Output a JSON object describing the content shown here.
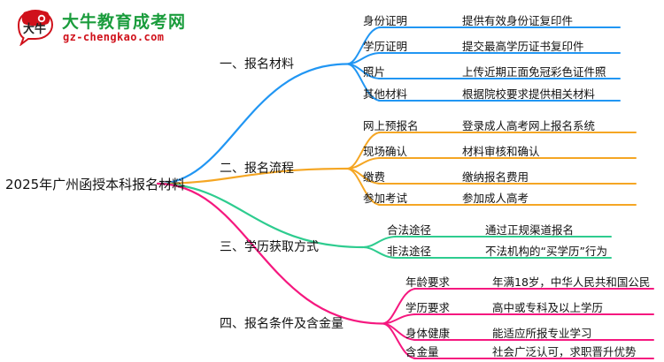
{
  "logo": {
    "mark_icon": "speech-bubble-logo-icon",
    "mark_text": "大牛",
    "title": "大牛教育成考网",
    "subtitle": "gz-chengkao.com",
    "title_color": "#1a9c3c",
    "subtitle_color": "#d0111b",
    "mark_color": "#d0111b"
  },
  "mindmap": {
    "root": {
      "label": "2025年广州函授本科报名材料"
    },
    "colors": {
      "blue": "#2196f3",
      "orange": "#f5a623",
      "green": "#2ecc8f",
      "pink": "#f5187f"
    },
    "branches": [
      {
        "label": "一、报名材料",
        "color": "#2196f3",
        "children": [
          {
            "label": "身份证明",
            "desc": "提供有效身份证复印件"
          },
          {
            "label": "学历证明",
            "desc": "提交最高学历证书复印件"
          },
          {
            "label": "照片",
            "desc": "上传近期正面免冠彩色证件照"
          },
          {
            "label": "其他材料",
            "desc": "根据院校要求提供相关材料"
          }
        ]
      },
      {
        "label": "二、报名流程",
        "color": "#f5a623",
        "children": [
          {
            "label": "网上预报名",
            "desc": "登录成人高考网上报名系统"
          },
          {
            "label": "现场确认",
            "desc": "材料审核和确认"
          },
          {
            "label": "缴费",
            "desc": "缴纳报名费用"
          },
          {
            "label": "参加考试",
            "desc": "参加成人高考"
          }
        ]
      },
      {
        "label": "三、学历获取方式",
        "color": "#2ecc8f",
        "children": [
          {
            "label": "合法途径",
            "desc": "通过正规渠道报名"
          },
          {
            "label": "非法途径",
            "desc": "不法机构的“买学历”行为"
          }
        ]
      },
      {
        "label": "四、报名条件及含金量",
        "color": "#f5187f",
        "children": [
          {
            "label": "年龄要求",
            "desc": "年满18岁，中华人民共和国公民"
          },
          {
            "label": "学历要求",
            "desc": "高中或专科及以上学历"
          },
          {
            "label": "身体健康",
            "desc": "能适应所报专业学习"
          },
          {
            "label": "含金量",
            "desc": "社会广泛认可，求职晋升优势"
          }
        ]
      }
    ]
  }
}
